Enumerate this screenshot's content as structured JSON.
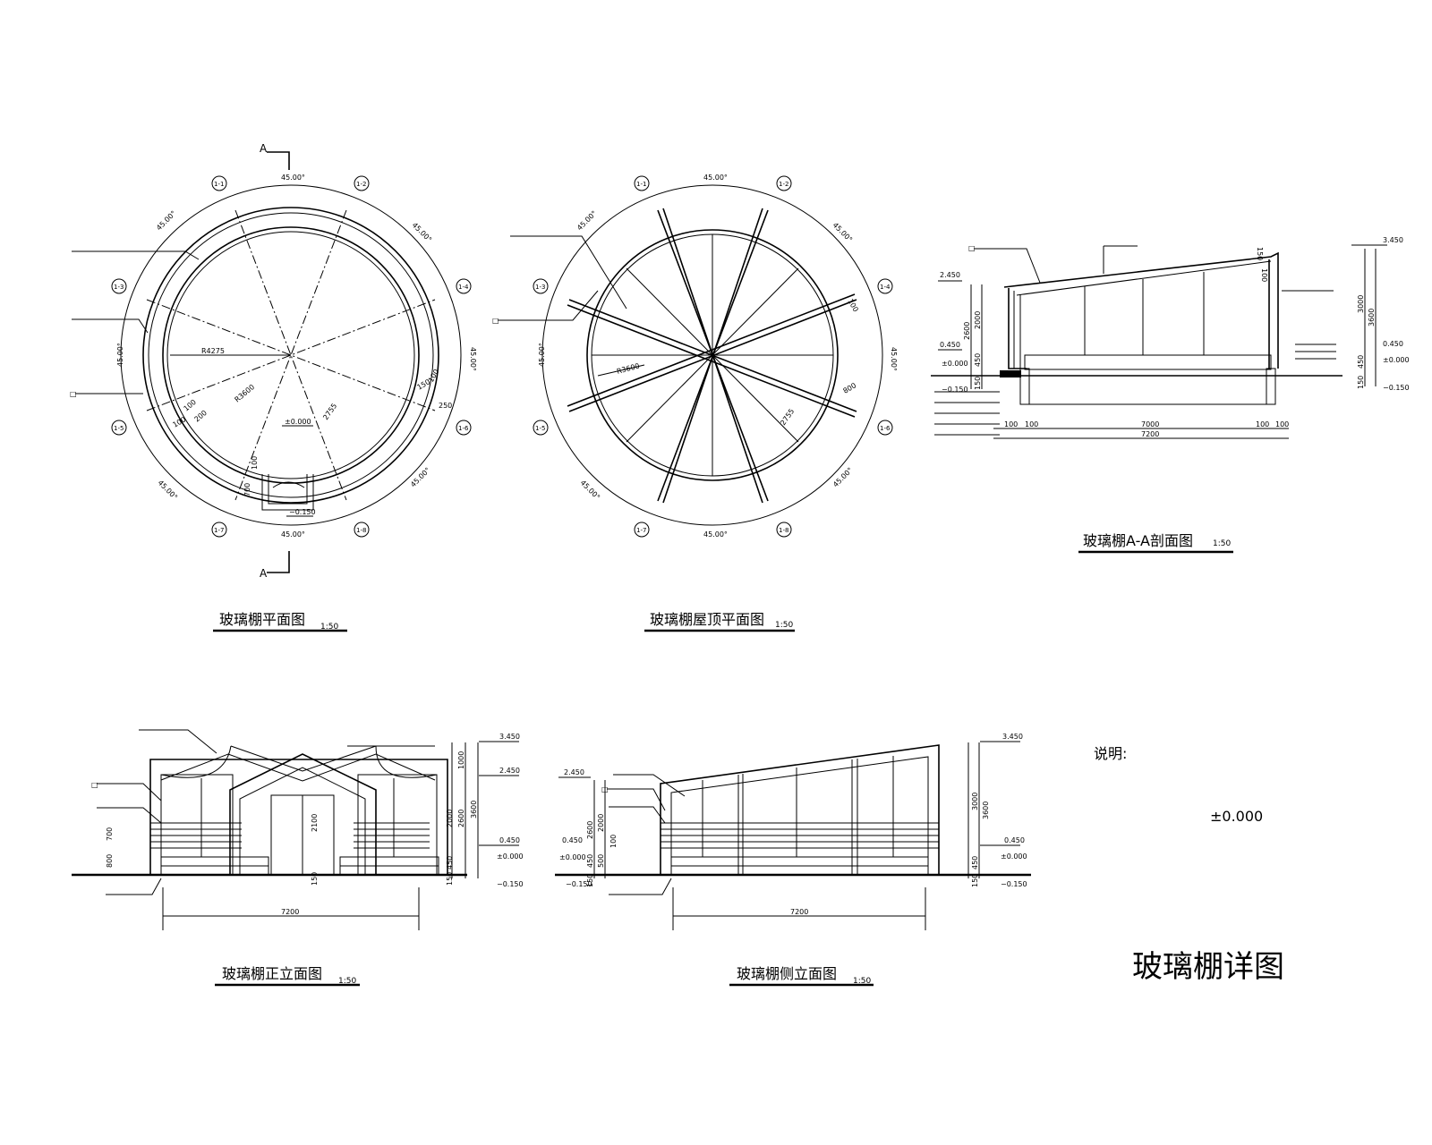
{
  "plan": {
    "title": "玻璃棚平面图",
    "scale": "1:50",
    "section_mark": "A",
    "angles": [
      "45.00°",
      "45.00°",
      "45.00°",
      "45.00°",
      "45.00°",
      "45.00°",
      "45.00°",
      "45.00°"
    ],
    "radius_outer": "R4275",
    "radius_inner": "R3600",
    "dim_2755": "2755",
    "dim_100": "100",
    "dim_200": "200",
    "dim_250": "250",
    "dim_150": "150",
    "dim_100b": "100",
    "dim_700": "700",
    "dim_100c": "100",
    "dim_100d": "100",
    "level_0": "±0.000",
    "level_m150": "−0.150",
    "note_box": "□",
    "axes": [
      "1-1",
      "1-2",
      "1-3",
      "1-4",
      "1-5",
      "1-6",
      "1-7",
      "1-8"
    ]
  },
  "roof": {
    "title": "玻璃棚屋顶平面图",
    "scale": "1:50",
    "angles": [
      "45.00°",
      "45.00°",
      "45.00°",
      "45.00°",
      "45.00°",
      "45.00°",
      "45.00°",
      "45.00°"
    ],
    "radius": "R3600",
    "dim_2755": "2755",
    "dim_800": "800",
    "dim_100": "100",
    "note_box": "□",
    "axes": [
      "1-1",
      "1-2",
      "1-3",
      "1-4",
      "1-5",
      "1-6",
      "1-7",
      "1-8"
    ]
  },
  "section": {
    "title": "玻璃棚A-A剖面图",
    "scale": "1:50",
    "note_box": "□",
    "lv_2450": "2.450",
    "lv_0450": "0.450",
    "lv_0000": "±0.000",
    "lv_m150": "−0.150",
    "lv_3450": "3.450",
    "d_2000": "2000",
    "d_2600": "2600",
    "d_450": "450",
    "d_150": "150",
    "d_150b": "150",
    "d_100": "100",
    "d_3000": "3000",
    "d_3600": "3600",
    "d_450r": "450",
    "d_150r": "150",
    "b_100a": "100",
    "b_100b": "100",
    "b_7000": "7000",
    "b_100c": "100",
    "b_100d": "100",
    "b_7200": "7200"
  },
  "front": {
    "title": "玻璃棚正立面图",
    "scale": "1:50",
    "note_box": "□",
    "d_700": "700",
    "d_800": "800",
    "d_2100": "2100",
    "d_150": "150",
    "d_1000": "1000",
    "d_2000": "2000",
    "d_3600": "3600",
    "d_2600": "2600",
    "d_450": "450",
    "d_150r": "150",
    "lv_3450": "3.450",
    "lv_2450": "2.450",
    "lv_0450": "0.450",
    "lv_0000": "±0.000",
    "lv_m150": "−0.150",
    "w_7200": "7200"
  },
  "side": {
    "title": "玻璃棚侧立面图",
    "scale": "1:50",
    "note_box": "□",
    "lv_2450": "2.450",
    "lv_0450": "0.450",
    "lv_0000": "±0.000",
    "lv_m150": "−0.150",
    "d_2600": "2600",
    "d_2000": "2000",
    "d_500": "500",
    "d_150": "150",
    "d_100": "100",
    "d_450l": "450",
    "lv_3450": "3.450",
    "lv_0450r": "0.450",
    "lv_0000r": "±0.000",
    "lv_m150r": "−0.150",
    "d_3000": "3000",
    "d_3600": "3600",
    "d_450": "450",
    "d_150r": "150",
    "w_7200": "7200"
  },
  "notes": {
    "label": "说明:",
    "level": "±0.000"
  },
  "sheet_title": "玻璃棚详图"
}
